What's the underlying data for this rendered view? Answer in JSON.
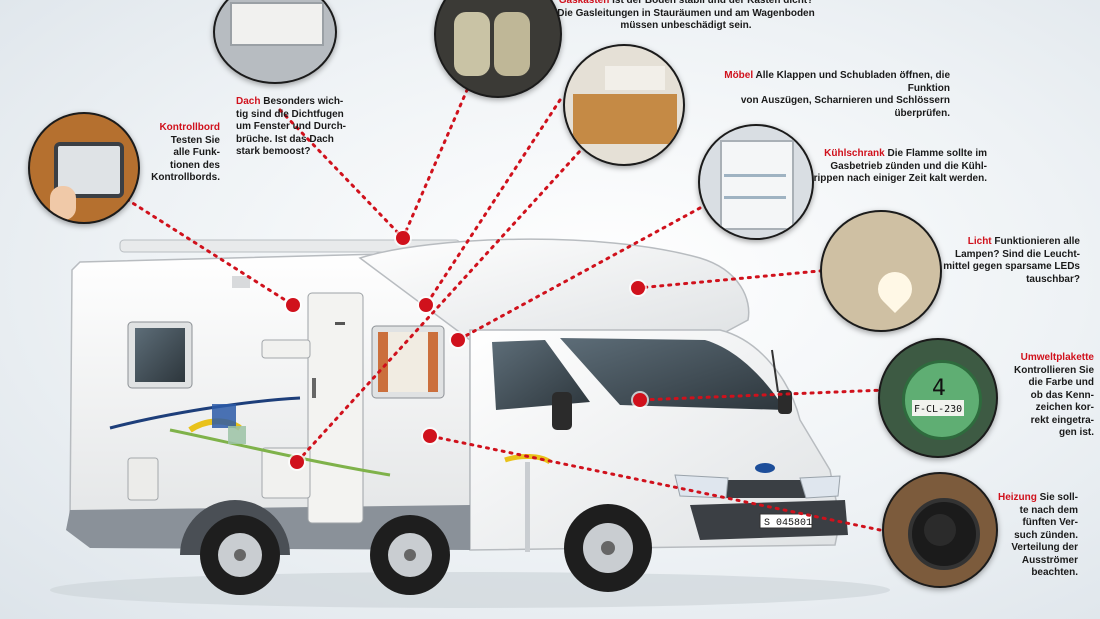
{
  "van": {
    "license_plate": "S 045801",
    "sticker_number": "4",
    "sticker_plate": "F-CL-230"
  },
  "callouts": [
    {
      "id": "kontrollbord",
      "keyword": "Kontrollbord",
      "lines": [
        "Testen Sie",
        "alle Funk-",
        "tionen des",
        "Kontrollbords."
      ]
    },
    {
      "id": "dach",
      "keyword": "Dach",
      "lines": [
        "Besonders wich-",
        "tig sind die Dichtfugen",
        "um Fenster und Durch-",
        "brüche. Ist das Dach",
        "stark bemoost?"
      ]
    },
    {
      "id": "gaskasten",
      "keyword": "Gaskasten",
      "lines": [
        "Ist der Boden stabil und der Kasten dicht?",
        "Die Gasleitungen in Stauräumen und am Wagenboden",
        "müssen unbeschädigt sein."
      ]
    },
    {
      "id": "moebel",
      "keyword": "Möbel",
      "lines": [
        "Alle Klappen und Schubladen öffnen, die Funktion",
        "von Auszügen, Scharnieren und Schlössern überprüfen."
      ]
    },
    {
      "id": "kuehlschrank",
      "keyword": "Kühlschrank",
      "lines": [
        "Die Flamme sollte im",
        "Gasbetrieb zünden und die Kühl-",
        "rippen nach einiger Zeit kalt werden."
      ]
    },
    {
      "id": "licht",
      "keyword": "Licht",
      "lines": [
        "Funktionieren alle",
        "Lampen? Sind die Leucht-",
        "mittel gegen sparsame LEDs",
        "tauschbar?"
      ]
    },
    {
      "id": "umweltplakette",
      "keyword": "Umweltplakette",
      "lines": [
        "Kontrollieren Sie",
        "die Farbe und",
        "ob das Kenn-",
        "zeichen kor-",
        "rekt eingetra-",
        "gen ist."
      ]
    },
    {
      "id": "heizung",
      "keyword": "Heizung",
      "lines": [
        "Sie soll-",
        "te nach dem",
        "fünften Ver-",
        "such zünden.",
        "Verteilung der",
        "Ausströmer",
        "beachten."
      ]
    }
  ],
  "colors": {
    "accent": "#d0111c",
    "van_body": "#f6f6f4",
    "trim": "#8a9199"
  }
}
